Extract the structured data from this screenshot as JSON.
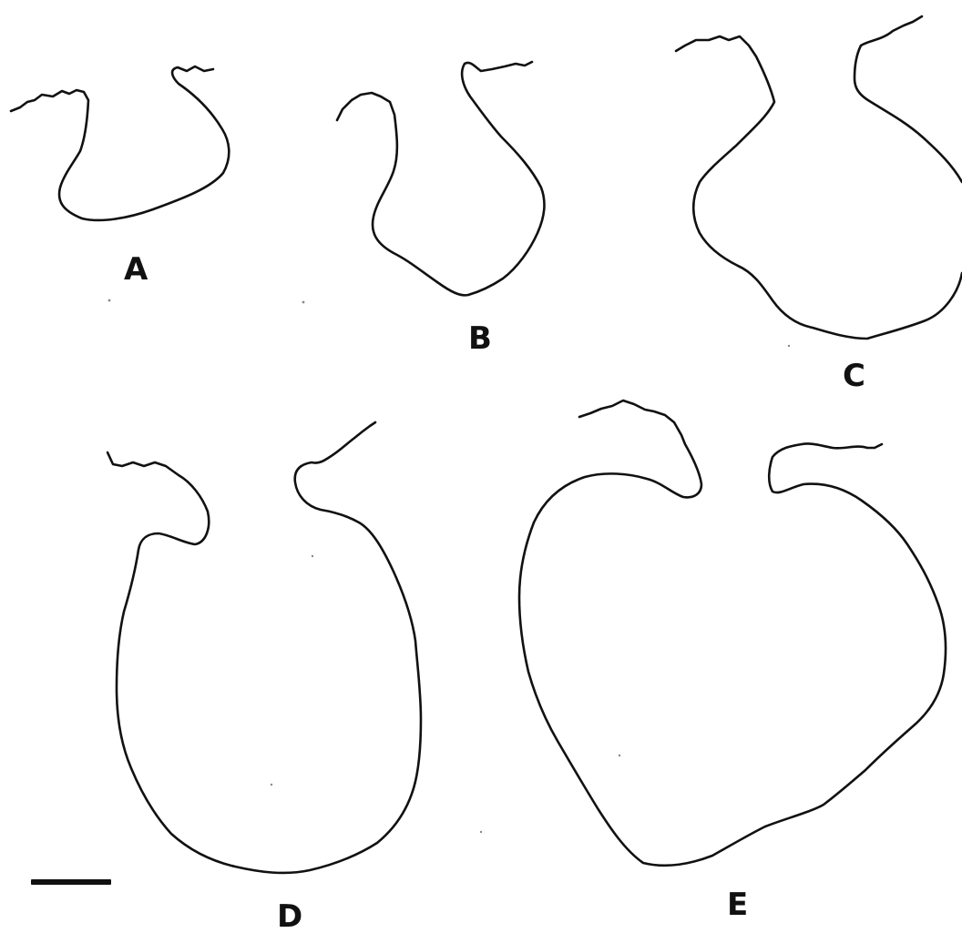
{
  "panels": [
    {
      "id": "A",
      "label": "A"
    },
    {
      "id": "B",
      "label": "B"
    },
    {
      "id": "C",
      "label": "C"
    },
    {
      "id": "D",
      "label": "D"
    },
    {
      "id": "E",
      "label": "E"
    }
  ],
  "colors": {
    "outline": "#111111",
    "background": "#ffffff"
  }
}
